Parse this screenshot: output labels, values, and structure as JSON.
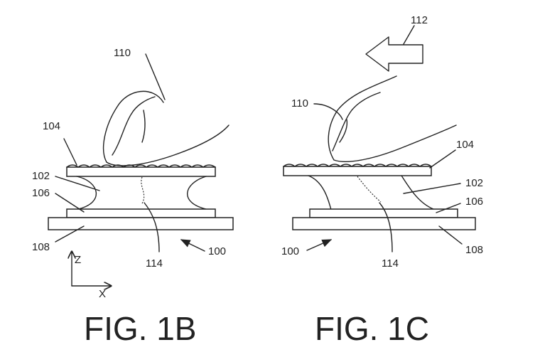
{
  "figures": [
    {
      "caption": "FIG. 1B",
      "labels": {
        "finger": "110",
        "surface": "104",
        "body": "102",
        "meniscus": "106",
        "substrate": "108",
        "path": "114",
        "device": "100"
      },
      "axes": {
        "vertical": "Z",
        "horizontal": "X"
      }
    },
    {
      "caption": "FIG. 1C",
      "labels": {
        "motion": "112",
        "finger": "110",
        "surface": "104",
        "body": "102",
        "meniscus": "106",
        "path": "114",
        "device": "100",
        "substrate": "108"
      }
    }
  ]
}
